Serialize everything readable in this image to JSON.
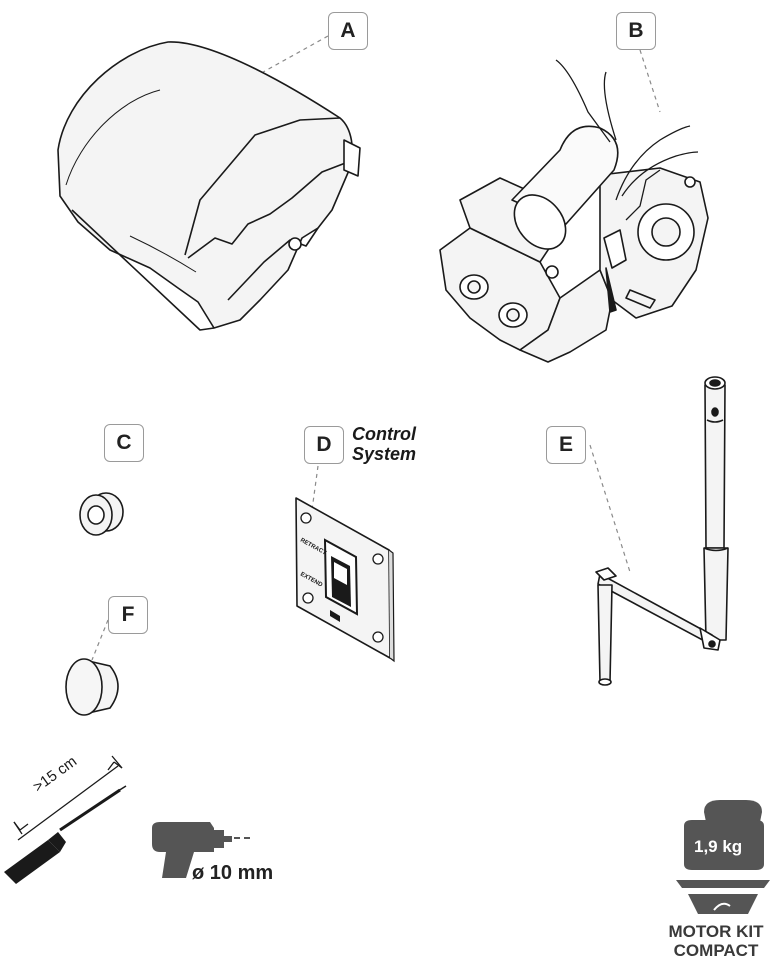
{
  "parts": {
    "a": {
      "label": "A"
    },
    "b": {
      "label": "B"
    },
    "c": {
      "label": "C"
    },
    "d": {
      "label": "D",
      "caption_line1": "Control",
      "caption_line2": "System"
    },
    "e": {
      "label": "E"
    },
    "f": {
      "label": "F"
    }
  },
  "switch_plate": {
    "upper_text": "RETRACT",
    "lower_text": "EXTEND"
  },
  "tools": {
    "screwdriver_length": ">15 cm",
    "drill_bit": "ø 10 mm"
  },
  "badge": {
    "weight": "1,9 kg",
    "title_line1": "MOTOR KIT",
    "title_line2": "COMPACT"
  },
  "colors": {
    "line": "#1a1a1a",
    "leader": "#8a8a8a",
    "icon_gray": "#555555",
    "fill": "#f4f4f4"
  }
}
